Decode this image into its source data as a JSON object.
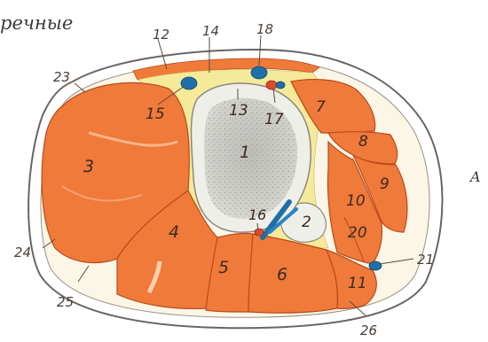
{
  "caption_fragment": "речные",
  "edge_letter": "A",
  "colors": {
    "muscle": "#ef7a3a",
    "muscle_dark": "#d9551f",
    "fat": "#f4ea9a",
    "bone_cortex": "#efefe9",
    "bone_marrow": "#c8c8c4",
    "vein": "#1f6fa8",
    "artery": "#e0492c",
    "skin": "#ffffff",
    "outline": "#6b6460"
  },
  "labels": {
    "l1": "1",
    "l2": "2",
    "l3": "3",
    "l4": "4",
    "l5": "5",
    "l6": "6",
    "l7": "7",
    "l8": "8",
    "l9": "9",
    "l10": "10",
    "l11": "11",
    "l12": "12",
    "l13": "13",
    "l14": "14",
    "l15": "15",
    "l16": "16",
    "l17": "17",
    "l18": "18",
    "l20": "20",
    "l21": "21",
    "l23": "23",
    "l24": "24",
    "l25": "25",
    "l26": "26"
  }
}
